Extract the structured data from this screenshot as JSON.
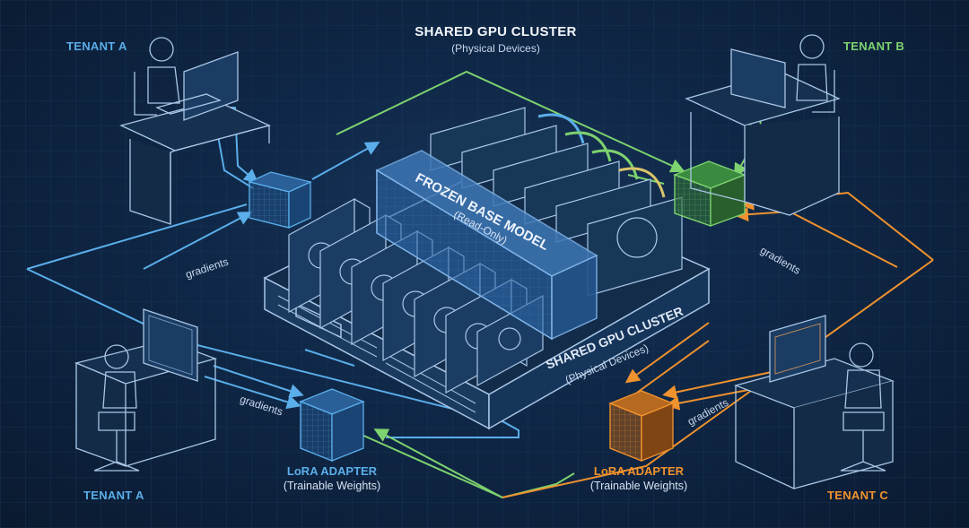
{
  "header": {
    "title": "SHARED GPU CLUSTER",
    "subtitle": "(Physical Devices)"
  },
  "tenants": {
    "top_left": "TENANT A",
    "top_right": "TENANT B",
    "bottom_left": "TENANT A",
    "bottom_right": "TENANT C"
  },
  "base_model": {
    "title": "FROZEN BASE MODEL",
    "subtitle": "(Read-Only)"
  },
  "server_label": {
    "title": "SHARED GPU CLUSTER",
    "subtitle": "(Physical Devices)"
  },
  "gradients": {
    "top_left": "gradients",
    "top_right": "gradients",
    "bottom_left": "gradients",
    "bottom_right": "gradients"
  },
  "adapters": {
    "left": {
      "title": "LoRA ADAPTER",
      "subtitle": "(Trainable Weights)"
    },
    "right": {
      "title": "LoRA ADAPTER",
      "subtitle": "(Trainable Weights)"
    }
  },
  "colors": {
    "tenant_a": "#5aaeea",
    "tenant_b": "#7ed36f",
    "tenant_c": "#f0922e",
    "line_art": "#a9c6e6",
    "background": "#0f2746"
  }
}
